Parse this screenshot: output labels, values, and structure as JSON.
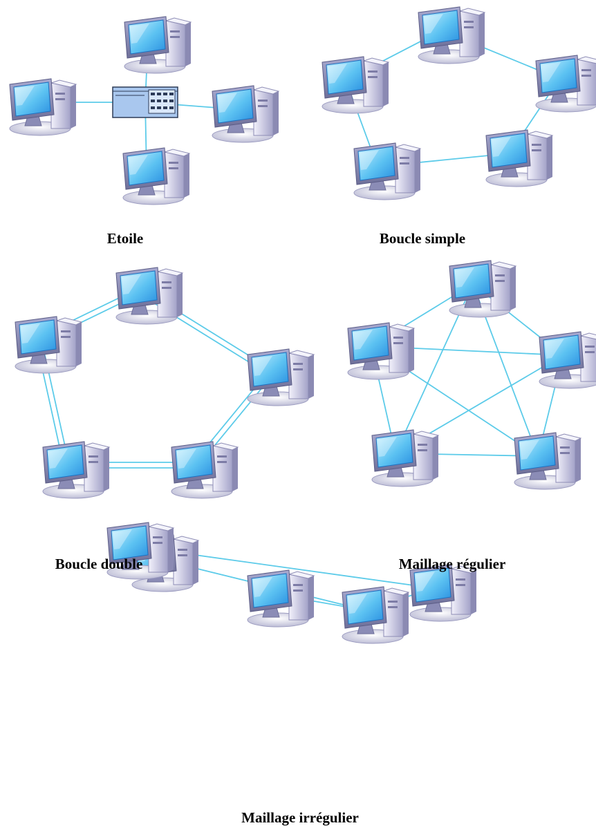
{
  "colors": {
    "link": "#5ccbe9",
    "screen_light": "#c9f2ff",
    "screen_dark": "#2a8fe0",
    "bezel": "#8e8fb8",
    "case_light": "#e9e8f6",
    "case_dark": "#a3a2c8",
    "switch_body": "#a9c7ee",
    "switch_edge": "#2d3b57"
  },
  "diagrams": [
    {
      "id": "etoile",
      "caption": "Etoile",
      "hub": {
        "icon": "network-switch-icon"
      },
      "computers": [
        "top",
        "left",
        "right",
        "bottom"
      ],
      "links": [
        [
          -1,
          0
        ],
        [
          -1,
          1
        ],
        [
          -1,
          2
        ],
        [
          -1,
          3
        ]
      ]
    },
    {
      "id": "boucle-simple",
      "caption": "Boucle simple",
      "computers": [
        "top",
        "right",
        "bottom-right",
        "bottom-left",
        "left"
      ],
      "links": [
        [
          0,
          1
        ],
        [
          1,
          2
        ],
        [
          2,
          3
        ],
        [
          3,
          4
        ],
        [
          4,
          0
        ]
      ]
    },
    {
      "id": "boucle-double",
      "caption": "Boucle double",
      "computers": [
        "top",
        "right",
        "bottom-right",
        "bottom-left",
        "left"
      ],
      "double_links": [
        [
          0,
          1
        ],
        [
          1,
          2
        ],
        [
          2,
          3
        ],
        [
          3,
          4
        ],
        [
          4,
          0
        ]
      ]
    },
    {
      "id": "maillage-regulier",
      "caption": "Maillage régulier",
      "computers": [
        "top",
        "right",
        "bottom-right",
        "bottom-left",
        "left"
      ],
      "links": [
        [
          0,
          1
        ],
        [
          0,
          2
        ],
        [
          0,
          3
        ],
        [
          0,
          4
        ],
        [
          1,
          2
        ],
        [
          1,
          3
        ],
        [
          1,
          4
        ],
        [
          2,
          3
        ],
        [
          2,
          4
        ],
        [
          3,
          4
        ]
      ]
    },
    {
      "id": "maillage-irregulier",
      "caption": "Maillage irrégulier",
      "computers": [
        "top",
        "right",
        "bottom-right",
        "bottom-left",
        "left"
      ],
      "links": [
        [
          4,
          1
        ],
        [
          4,
          3
        ],
        [
          3,
          2
        ],
        [
          2,
          1
        ],
        [
          0,
          2
        ]
      ]
    }
  ]
}
